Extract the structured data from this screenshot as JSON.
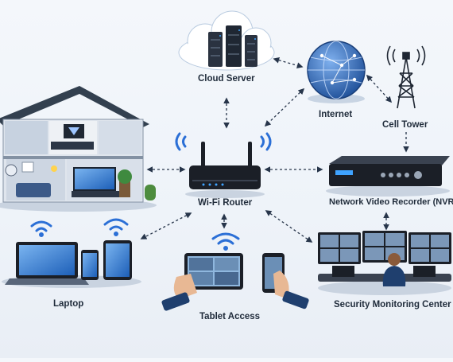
{
  "labels": {
    "cloud_server": "Cloud Server",
    "internet": "Internet",
    "cell_tower": "Cell Tower",
    "wifi_router": "Wi-Fi Router",
    "nvr": "Network Video Recorder (NVR)",
    "laptop": "Laptop",
    "tablet_access": "Tablet Access",
    "security_center": "Security Monitoring Center"
  },
  "colors": {
    "connector": "#27354a",
    "wifi": "#2b6fd6",
    "globe": "#2d5fa8",
    "device_dark": "#1b1f27",
    "screen_blue": "#2f79d4"
  },
  "icons": [
    "cloud-server-icon",
    "globe-icon",
    "cell-tower-icon",
    "house-icon",
    "router-icon",
    "nvr-icon",
    "laptop-icon",
    "tablet-icon",
    "monitoring-center-icon",
    "wifi-icon"
  ]
}
